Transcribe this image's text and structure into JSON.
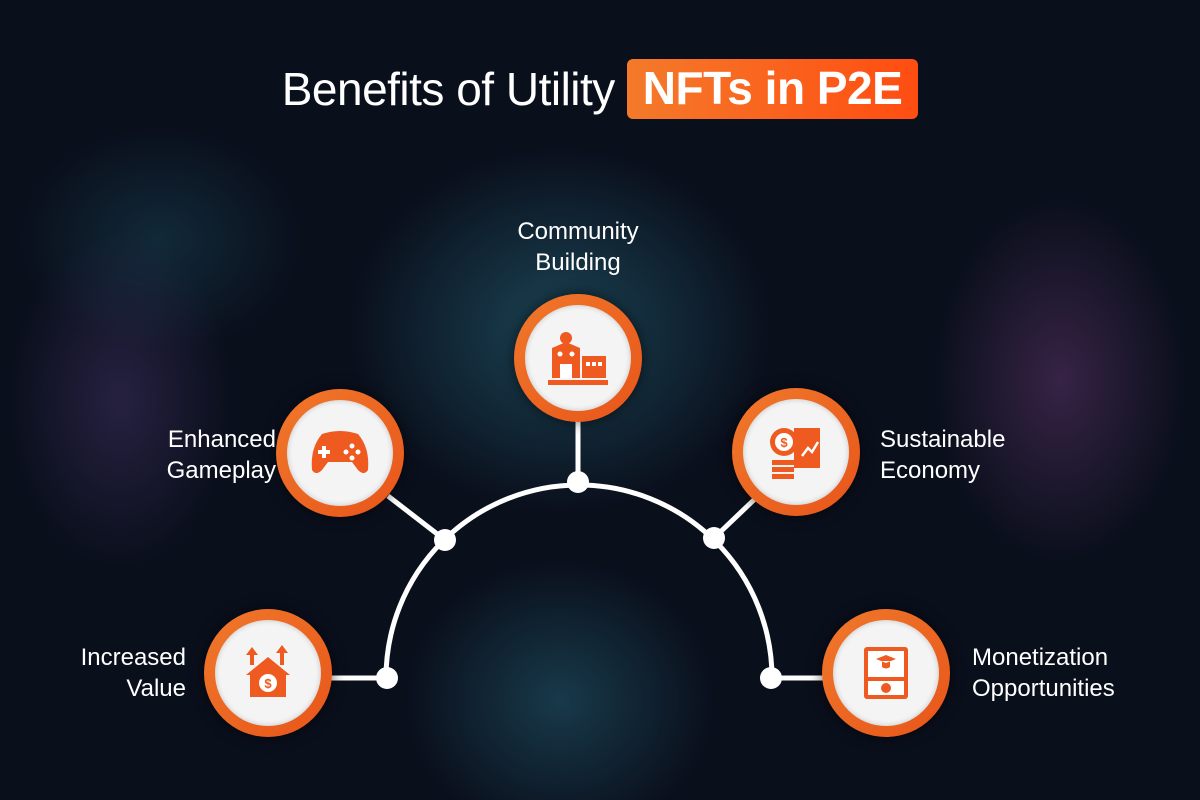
{
  "title": {
    "plain": "Benefits of Utility",
    "highlight": "NFTs in P2E"
  },
  "colors": {
    "accent": "#f06a22",
    "background": "#0a0f1c"
  },
  "benefits": [
    {
      "line1": "Increased",
      "line2": "Value",
      "icon": "house-growth-icon"
    },
    {
      "line1": "Enhanced",
      "line2": "Gameplay",
      "icon": "gamepad-icon"
    },
    {
      "line1": "Community",
      "line2": "Building",
      "icon": "community-building-icon"
    },
    {
      "line1": "Sustainable",
      "line2": "Economy",
      "icon": "coins-report-icon"
    },
    {
      "line1": "Monetization",
      "line2": "Opportunities",
      "icon": "video-money-icon"
    }
  ]
}
